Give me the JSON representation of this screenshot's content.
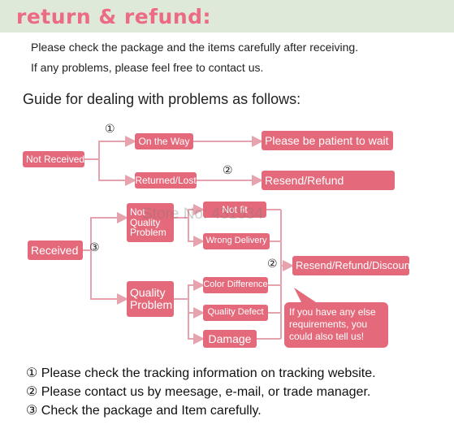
{
  "title": "return & refund:",
  "intro": [
    "Please check the package and the items carefully after receiving.",
    "If any problems, please feel free to contact us."
  ],
  "guide": "Guide for dealing with problems as follows:",
  "diagram": {
    "not_received": "Not Received",
    "on_the_way": "On the Way",
    "returned_lost": "Returned/Lost",
    "patient": "Please be patient to wait",
    "resend_refund": "Resend/Refund",
    "received": "Received",
    "not_quality_problem": [
      "Not",
      "Quality",
      "Problem"
    ],
    "quality_problem": [
      "Quality",
      "Problem"
    ],
    "not_fit": "Not fit",
    "wrong_delivery": "Wrong Delivery",
    "color_difference": "Color Difference",
    "quality_defect": "Quality Defect",
    "damage": "Damage",
    "resend_refund_discount": "Resend/Refund/Discount",
    "bubble": "If you have any else requirements, you could also tell us!",
    "mark1": "①",
    "mark2": "②",
    "mark3": "③"
  },
  "watermark": "Store No: 431534",
  "footer": [
    "① Please check the tracking information on tracking website.",
    "② Please contact us by meesage, e-mail, or trade manager.",
    "③ Check the package and Item carefully."
  ],
  "colors": {
    "box": "#e46a7b",
    "line": "#e6a3ae",
    "title": "#ec6a84",
    "header": "#dfe9d9"
  }
}
